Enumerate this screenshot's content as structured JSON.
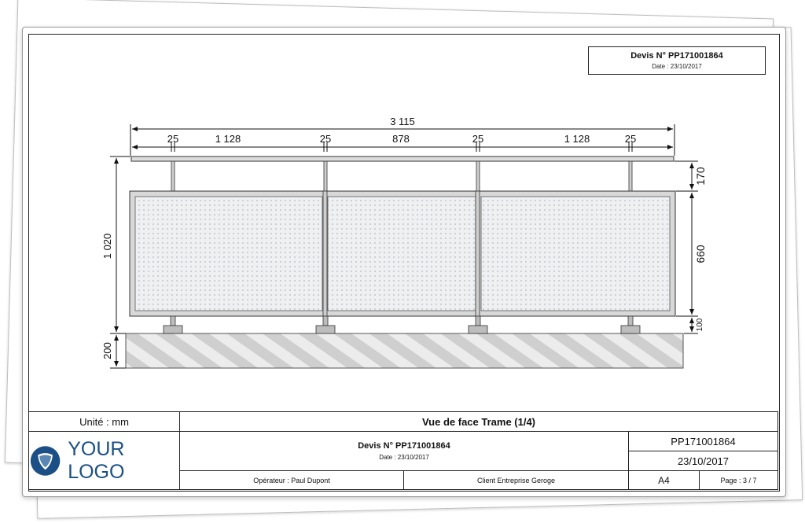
{
  "header": {
    "quote_number": "Devis N° PP171001864",
    "date": "Date : 23/10/2017"
  },
  "drawing": {
    "dim_total_width": "3 115",
    "dim_post_1": "25",
    "dim_panel_1": "1 128",
    "dim_post_2": "25",
    "dim_panel_2": "878",
    "dim_post_3": "25",
    "dim_panel_3": "1 128",
    "dim_post_4": "25",
    "dim_total_height": "1 020",
    "dim_base_height": "200",
    "dim_top_gap": "170",
    "dim_panel_height": "660",
    "dim_bottom_gap": "100"
  },
  "title_block": {
    "unit": "Unité : mm",
    "view_title": "Vue de face Trame (1/4)",
    "logo_text": "YOUR LOGO",
    "quote_number": "Devis N° PP171001864",
    "quote_date": "Date : 23/10/2017",
    "ref_number": "PP171001864",
    "ref_date": "23/10/2017",
    "operator": "Opérateur : Paul Dupont",
    "client": "Client  Entreprise Geroge",
    "format": "A4",
    "page": "Page : 3 / 7"
  },
  "colors": {
    "logo_blue": "#1b4f85",
    "line": "#222222"
  }
}
